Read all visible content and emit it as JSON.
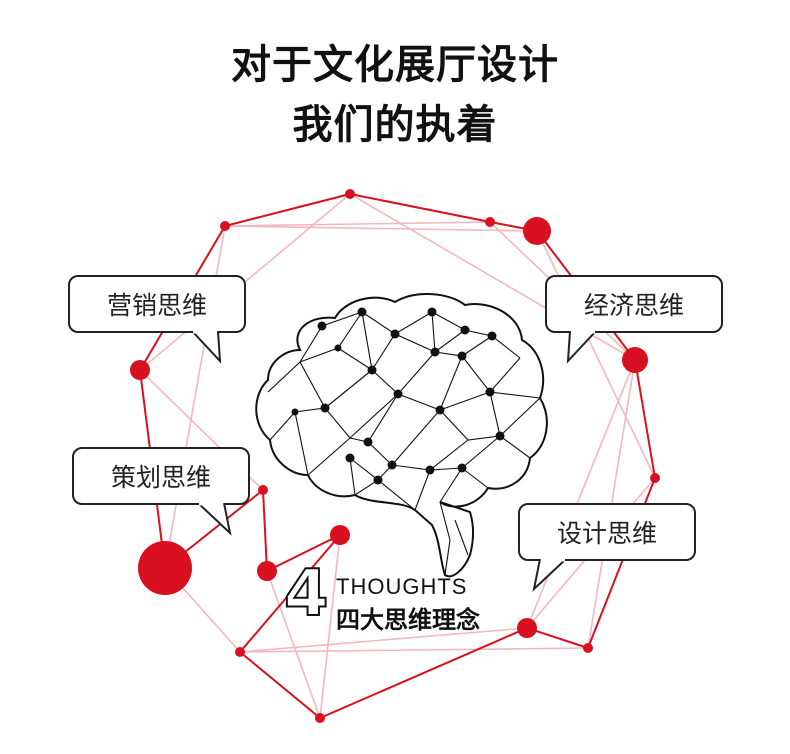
{
  "header": {
    "line1": "对于文化展厅设计",
    "line2": "我们的执着"
  },
  "bubbles": {
    "marketing": "营销思维",
    "economic": "经济思维",
    "planning": "策划思维",
    "design": "设计思维"
  },
  "brand": {
    "number": "4",
    "english": "THOUGHTS",
    "chinese": "四大思维理念"
  },
  "colors": {
    "accent": "#d8101f",
    "line_light": "#f2b8bf",
    "brain": "#111111"
  }
}
